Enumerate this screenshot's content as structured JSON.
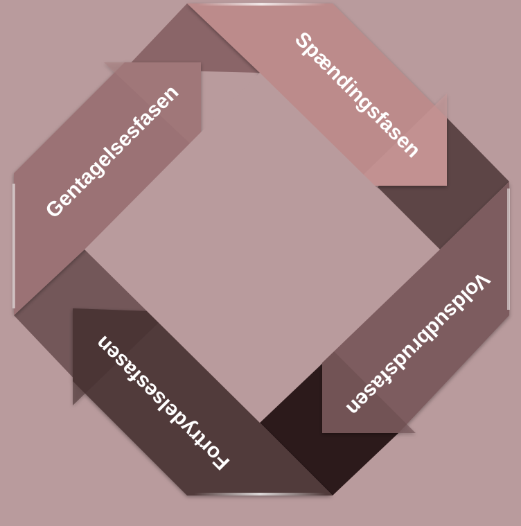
{
  "diagram": {
    "type": "cycle",
    "background": "#b99b9d",
    "phases": [
      {
        "label": "Spændingsfasen",
        "color": "#bc8b8b",
        "fold_color": "#5d4546"
      },
      {
        "label": "Voldsudbrudsfasen",
        "color": "#7d5b5e",
        "fold_color": "#2c1a1b"
      },
      {
        "label": "Fortrydelsesfasen",
        "color": "#513a3b",
        "fold_color": "#735759"
      },
      {
        "label": "Gentagelsesfasen",
        "color": "#9b7274",
        "fold_color": "#8a6568"
      }
    ],
    "center_color": "#b99b9d"
  }
}
